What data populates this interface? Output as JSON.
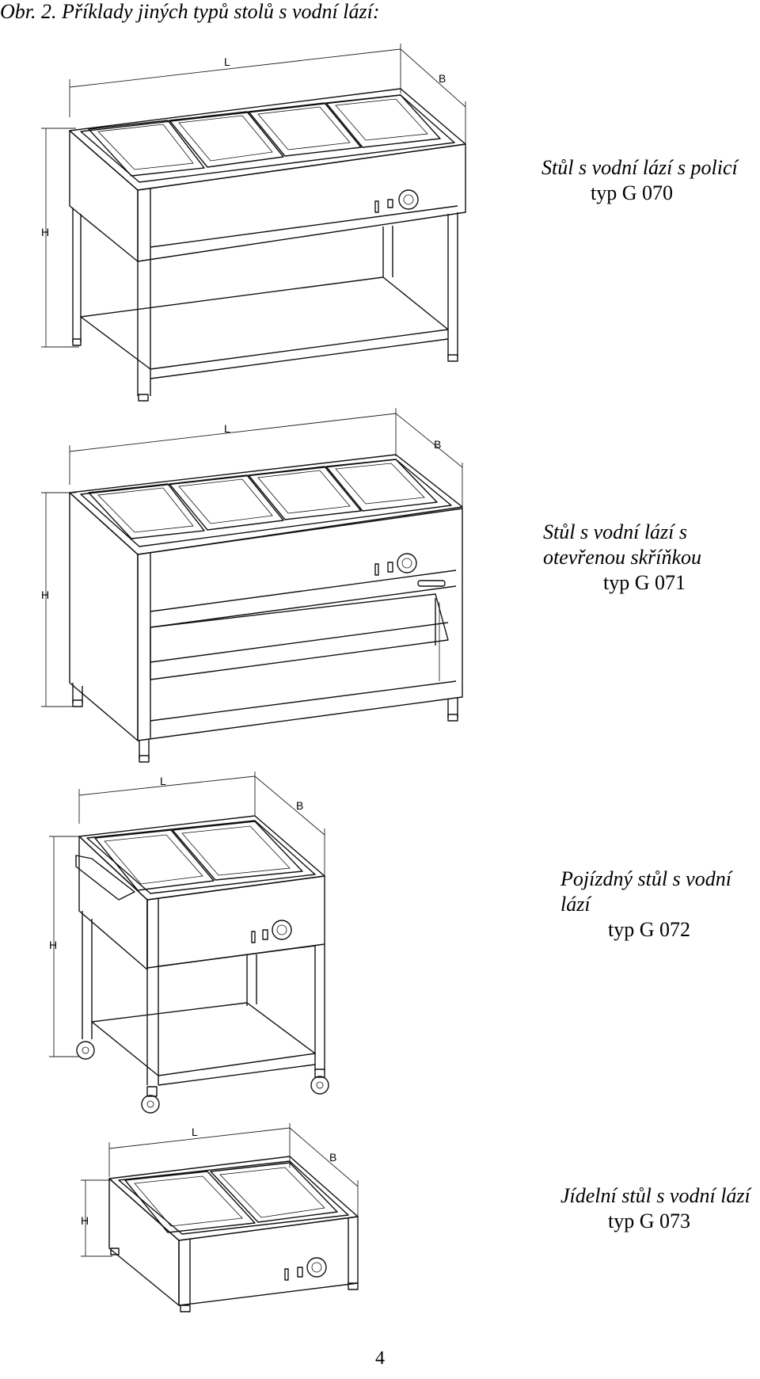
{
  "heading": "Obr. 2. Příklady jiných typů stolů s vodní lází:",
  "dimension_labels": {
    "length": "L",
    "width": "B",
    "height": "H"
  },
  "items": [
    {
      "name": "Stůl s vodní lází s policí",
      "type": "typ G 070"
    },
    {
      "name": "Stůl s vodní lází s otevřenou skříňkou",
      "type": "typ G 071"
    },
    {
      "name": "Pojízdný stůl s vodní lází",
      "type": "typ G 072"
    },
    {
      "name": "Jídelní stůl s vodní lází",
      "type": "typ G 073"
    }
  ],
  "page_number": "4"
}
